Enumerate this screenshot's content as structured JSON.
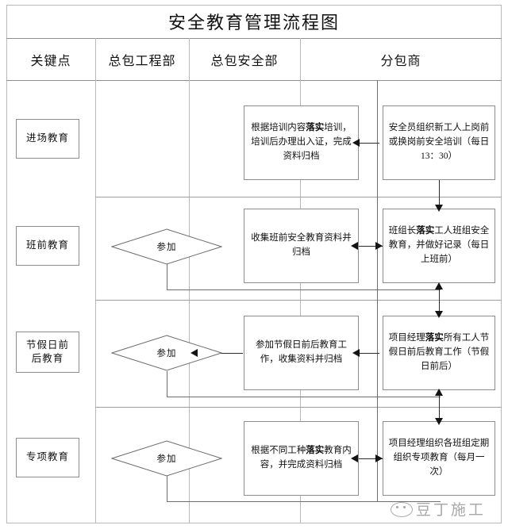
{
  "title": "安全教育管理流程图",
  "headers": [
    {
      "label": "关键点"
    },
    {
      "label": "总包工程部"
    },
    {
      "label": "总包安全部"
    },
    {
      "label": "分包商"
    }
  ],
  "key_points": [
    {
      "label": "进场教育"
    },
    {
      "label": "班前教育"
    },
    {
      "label": "节假日前后教育"
    },
    {
      "label": "专项教育"
    }
  ],
  "engineering_nodes": [
    {
      "label": "参加",
      "shape": "diamond",
      "row": 2
    },
    {
      "label": "参加",
      "shape": "diamond",
      "row": 3
    },
    {
      "label": "参加",
      "shape": "diamond",
      "row": 4
    }
  ],
  "safety_nodes": [
    {
      "text_plain": "根据培训内容落实培训，培训后办理出入证，完成资料归档",
      "prefix": "根据培训内容",
      "bold": "落实",
      "suffix": "培训，培训后办理出入证，完成资料归档"
    },
    {
      "text_plain": "收集班前安全教育资料并归档",
      "prefix": "收集班前安全教育资料并归档",
      "bold": "",
      "suffix": ""
    },
    {
      "text_plain": "参加节假日前后教育工作，收集资料并归档",
      "prefix": "参加节假日前后教育工作，收集资料并归档",
      "bold": "",
      "suffix": ""
    },
    {
      "text_plain": "根据不同工种落实教育内容，并完成资料归档",
      "prefix": "根据不同工种",
      "bold": "落实",
      "suffix": "教育内容，并完成资料归档"
    }
  ],
  "subcontractor_nodes": [
    {
      "text_plain": "安全员组织新工人上岗前或换岗前安全培训（每日13：30）",
      "prefix": "安全员组织新工人上岗前或换岗前安全培训（每日13：30）",
      "bold": "",
      "suffix": ""
    },
    {
      "text_plain": "班组长落实工人班组安全教育，并做好记录（每日上班前）",
      "prefix": "班组长",
      "bold": "落实",
      "suffix": "工人班组安全教育，并做好记录（每日上班前）"
    },
    {
      "text_plain": "项目经理落实所有工人节假日前后教育工作（节假日前后）",
      "prefix": "项目经理",
      "bold": "落实",
      "suffix": "所有工人节假日前后教育工作（节假日前后）"
    },
    {
      "text_plain": "项目经理组织各班组定期组织专项教育（每月一次）",
      "prefix": "项目经理组织各班组定期组织专项教育（每月一次）",
      "bold": "",
      "suffix": ""
    }
  ],
  "watermark": {
    "text": "豆丁施工"
  },
  "colors": {
    "frame_border": "#b9b9b9",
    "box_border": "#8d8d8d",
    "connector": "#2b2b2b",
    "route_line": "#6d6d6d",
    "text": "#111111",
    "watermark": "#9a9a9a",
    "background": "#ffffff"
  }
}
